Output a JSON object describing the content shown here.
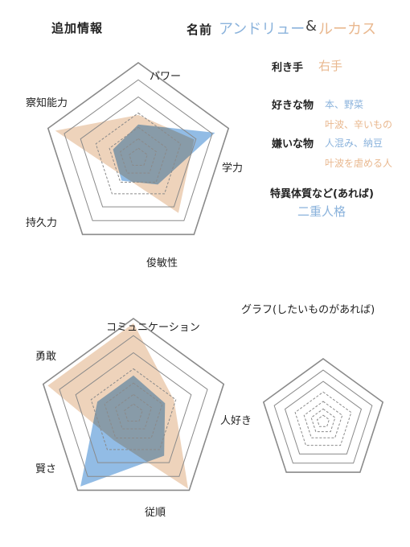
{
  "header": {
    "section_title": "追加情報",
    "name_label": "名前",
    "name_first": "アンドリュー",
    "name_amp": "&",
    "name_second": "ルーカス"
  },
  "profile": {
    "handedness_label": "利き手",
    "handedness_value": "右手",
    "likes_label": "好きな物",
    "likes_blue": "本、野菜",
    "likes_orange": "叶波、辛いもの",
    "dislikes_label": "嫌いな物",
    "dislikes_blue": "人混み、納豆",
    "dislikes_orange": "叶波を虐める人",
    "special_label": "特異体質など(あれば)",
    "special_value": "二重人格"
  },
  "graph_caption": "グラフ(したいものがあれば)",
  "colors": {
    "blue": "#7fb0e0",
    "orange": "#e8c4a4",
    "overlap": "#a9ada9",
    "grid": "#8a8a8a"
  },
  "chart_data": [
    {
      "type": "radar",
      "axes": [
        "パワー",
        "学力",
        "俊敏性",
        "持久力",
        "察知能力"
      ],
      "series": [
        {
          "color": "blue",
          "values": [
            0.35,
            0.85,
            0.35,
            0.3,
            0.28
          ]
        },
        {
          "color": "orange",
          "values": [
            0.45,
            0.62,
            0.72,
            0.25,
            0.92
          ]
        }
      ]
    },
    {
      "type": "radar",
      "axes": [
        "コミュニケーション",
        "人好き",
        "従順",
        "賢さ",
        "勇敢"
      ],
      "series": [
        {
          "color": "blue",
          "values": [
            0.4,
            0.35,
            0.55,
            0.95,
            0.4
          ]
        },
        {
          "color": "orange",
          "values": [
            0.95,
            0.45,
            0.98,
            0.35,
            0.95
          ]
        }
      ]
    },
    {
      "type": "radar",
      "axes": [],
      "series": []
    }
  ]
}
